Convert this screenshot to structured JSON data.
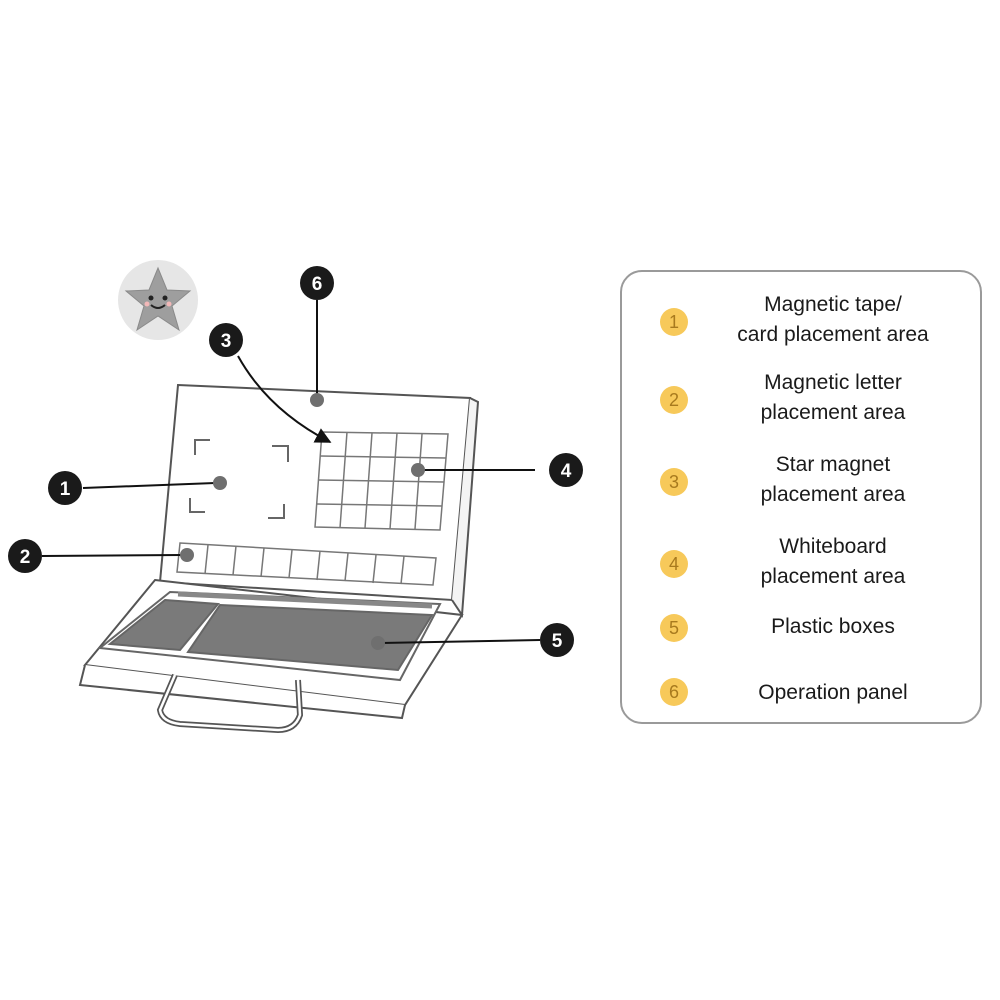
{
  "callouts": [
    {
      "number": "1"
    },
    {
      "number": "2"
    },
    {
      "number": "3"
    },
    {
      "number": "4"
    },
    {
      "number": "5"
    },
    {
      "number": "6"
    }
  ],
  "legend": {
    "items": [
      {
        "number": "1",
        "label": "Magnetic tape/\ncard placement area"
      },
      {
        "number": "2",
        "label": "Magnetic letter\nplacement area"
      },
      {
        "number": "3",
        "label": "Star magnet\nplacement area"
      },
      {
        "number": "4",
        "label": "Whiteboard\nplacement area"
      },
      {
        "number": "5",
        "label": "Plastic boxes"
      },
      {
        "number": "6",
        "label": "Operation panel"
      }
    ]
  },
  "colors": {
    "callout": "#1a1a1a",
    "badge": "#f7c95a",
    "outline": "#555555",
    "tray": "#7a7a7a"
  },
  "icons": [
    "star-mascot-icon"
  ]
}
